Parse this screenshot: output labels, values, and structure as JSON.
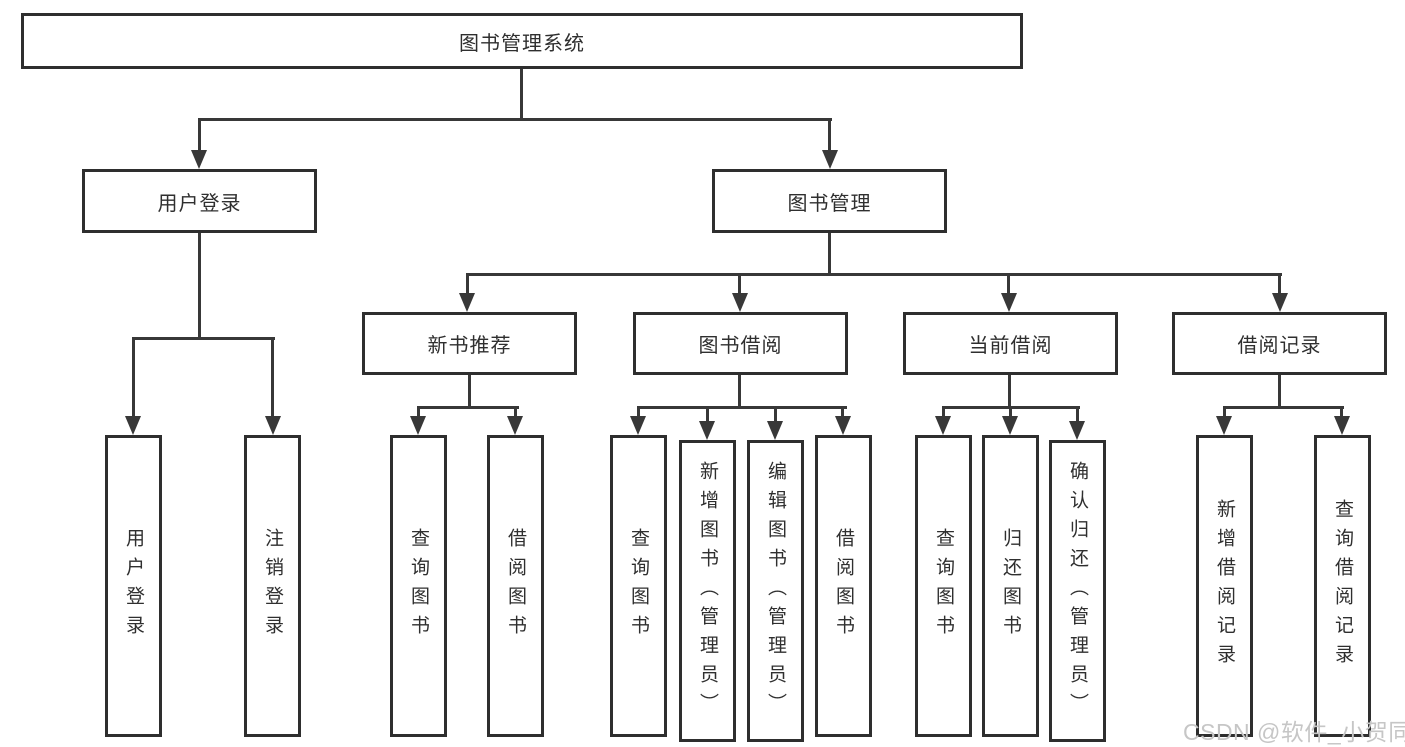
{
  "diagram_title": "图书管理系统",
  "watermark": "CSDN @软件_小贺同学",
  "colors": {
    "background": "#ffffff",
    "box_border": "#2e2e2e",
    "connector_line": "#383838",
    "text": "#2f2f2f",
    "watermark_text": "#c6c6c6"
  },
  "tree": {
    "root": {
      "label": "图书管理系统"
    },
    "branches": [
      {
        "label": "用户登录",
        "children": [
          {
            "label": "用户登录"
          },
          {
            "label": "注销登录"
          }
        ]
      },
      {
        "label": "图书管理",
        "children": [
          {
            "label": "新书推荐",
            "children": [
              {
                "label": "查询图书"
              },
              {
                "label": "借阅图书"
              }
            ]
          },
          {
            "label": "图书借阅",
            "children": [
              {
                "label": "查询图书"
              },
              {
                "label": "新增图书（管理员）"
              },
              {
                "label": "编辑图书（管理员）"
              },
              {
                "label": "借阅图书"
              }
            ]
          },
          {
            "label": "当前借阅",
            "children": [
              {
                "label": "查询图书"
              },
              {
                "label": "归还图书"
              },
              {
                "label": "确认归还（管理员）"
              }
            ]
          },
          {
            "label": "借阅记录",
            "children": [
              {
                "label": "新增借阅记录"
              },
              {
                "label": "查询借阅记录"
              }
            ]
          }
        ]
      }
    ]
  }
}
